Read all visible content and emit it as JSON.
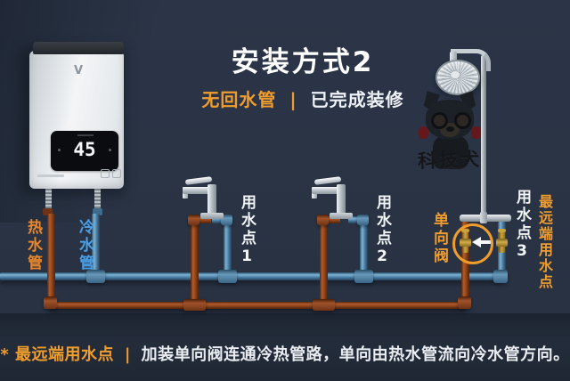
{
  "title": "安装方式2",
  "subtitle": {
    "highlight": "无回水管",
    "separator": "|",
    "rest": "已完成装修"
  },
  "heater": {
    "brand": "V",
    "display_temp": "45"
  },
  "labels": {
    "hot_pipe": "热水管",
    "cold_pipe": "冷水管",
    "point1": "用水点1",
    "point2": "用水点2",
    "point3": "用水点3",
    "check_valve": "单向阀",
    "farthest_point": "最远端用水点"
  },
  "watermark": {
    "text": "科技犬"
  },
  "caption": {
    "star": "*",
    "highlight": "最远端用水点",
    "separator": "|",
    "text": "加装单向阀连通冷热管路，单向由热水管流向冷水管方向。"
  },
  "colors": {
    "background": "#293344",
    "accent_orange": "#f09d2e",
    "hot_label_orange": "#e8872b",
    "cold_label_blue": "#4aa0e8",
    "hot_pipe": "#96491f",
    "cold_pipe": "#4d81a9",
    "valve_brass": "#c9a43c"
  }
}
